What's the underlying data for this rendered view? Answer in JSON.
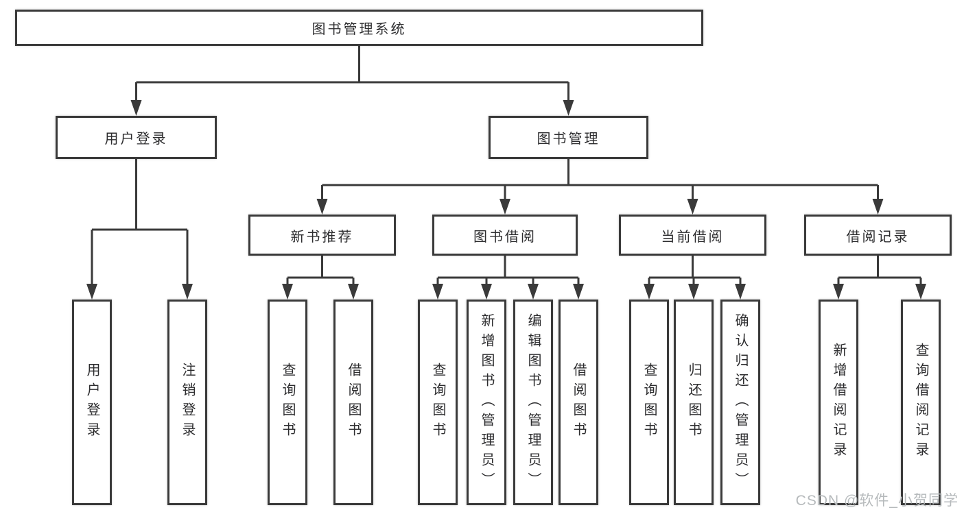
{
  "diagram_title": "图书管理系统",
  "colors": {
    "line": "#3a3a3a",
    "text": "#2d2d2f",
    "watermark": "#b6babc",
    "background": "#ffffff"
  },
  "nodes": {
    "root": "图书管理系统",
    "user_login": "用户登录",
    "book_mgmt": "图书管理",
    "new_book_rec": "新书推荐",
    "book_borrow": "图书借阅",
    "current_borrow": "当前借阅",
    "borrow_records": "借阅记录",
    "leaf_user_login": "用户登录",
    "leaf_logout": "注销登录",
    "leaf_rec_query": "查询图书",
    "leaf_rec_borrow": "借阅图书",
    "leaf_bb_query": "查询图书",
    "leaf_bb_add": "新增图书（管理员）",
    "leaf_bb_edit": "编辑图书（管理员）",
    "leaf_bb_borrow": "借阅图书",
    "leaf_cb_query": "查询图书",
    "leaf_cb_return": "归还图书",
    "leaf_cb_confirm": "确认归还（管理员）",
    "leaf_br_add": "新增借阅记录",
    "leaf_br_query": "查询借阅记录"
  },
  "tree": {
    "图书管理系统": {
      "用户登录": [
        "用户登录",
        "注销登录"
      ],
      "图书管理": {
        "新书推荐": [
          "查询图书",
          "借阅图书"
        ],
        "图书借阅": [
          "查询图书",
          "新增图书（管理员）",
          "编辑图书（管理员）",
          "借阅图书"
        ],
        "当前借阅": [
          "查询图书",
          "归还图书",
          "确认归还（管理员）"
        ],
        "借阅记录": [
          "新增借阅记录",
          "查询借阅记录"
        ]
      }
    }
  },
  "watermark": "CSDN @软件_小贺同学"
}
